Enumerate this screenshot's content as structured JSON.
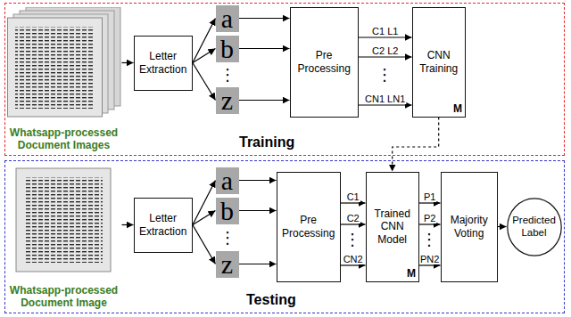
{
  "diagram": {
    "nodes": [
      {
        "text": [
          "Training"
        ]
      },
      {
        "text": [
          "Whatsapp-processed Document Images"
        ],
        "in": 0
      },
      {
        "text": [
          "Letter Extraction"
        ],
        "in": 0
      },
      {
        "text": [
          "a"
        ],
        "in": 0
      },
      {
        "text": [
          "b"
        ],
        "in": 0
      },
      {
        "text": [
          "z"
        ],
        "in": 0
      },
      {
        "text": [
          "Pre Processing"
        ],
        "in": 0
      },
      {
        "text": [
          "CNN Training",
          "M"
        ],
        "in": 0
      },
      {
        "text": [
          "Testing"
        ]
      },
      {
        "text": [
          "Whatsapp-processed Document Image"
        ],
        "in": 8
      },
      {
        "text": [
          "Letter Extraction"
        ],
        "in": 8
      },
      {
        "text": [
          "a"
        ],
        "in": 8
      },
      {
        "text": [
          "b"
        ],
        "in": 8
      },
      {
        "text": [
          "z"
        ],
        "in": 8
      },
      {
        "text": [
          "Pre Processing"
        ],
        "in": 8
      },
      {
        "text": [
          "Trained CNN Model",
          "M"
        ],
        "in": 8
      },
      {
        "text": [
          "Majority Voting"
        ],
        "in": 8
      },
      {
        "text": [
          "Predicted Label"
        ],
        "in": 8
      }
    ],
    "edges": [
      {
        "from": 1,
        "to": 2,
        "arrow": "to"
      },
      {
        "from": 2,
        "to": 3,
        "arrow": "to"
      },
      {
        "from": 2,
        "to": 4,
        "arrow": "to"
      },
      {
        "from": 2,
        "to": 5,
        "arrow": "to"
      },
      {
        "from": 3,
        "to": 6,
        "arrow": "to"
      },
      {
        "from": 4,
        "to": 6,
        "arrow": "to"
      },
      {
        "from": 5,
        "to": 6,
        "arrow": "to"
      },
      {
        "from": 6,
        "to": 7,
        "label": "C1 L1",
        "arrow": "to"
      },
      {
        "from": 6,
        "to": 7,
        "label": "C2 L2",
        "arrow": "to"
      },
      {
        "from": 6,
        "to": 7,
        "label": "CN1 LN1",
        "arrow": "to"
      },
      {
        "from": 7,
        "to": 15,
        "arrow": "to"
      },
      {
        "from": 9,
        "to": 10,
        "arrow": "to"
      },
      {
        "from": 10,
        "to": 11,
        "arrow": "to"
      },
      {
        "from": 10,
        "to": 12,
        "arrow": "to"
      },
      {
        "from": 10,
        "to": 13,
        "arrow": "to"
      },
      {
        "from": 11,
        "to": 14,
        "arrow": "to"
      },
      {
        "from": 12,
        "to": 14,
        "arrow": "to"
      },
      {
        "from": 13,
        "to": 14,
        "arrow": "to"
      },
      {
        "from": 14,
        "to": 15,
        "label": "C1",
        "arrow": "to"
      },
      {
        "from": 14,
        "to": 15,
        "label": "C2",
        "arrow": "to"
      },
      {
        "from": 14,
        "to": 15,
        "label": "CN2",
        "arrow": "to"
      },
      {
        "from": 15,
        "to": 16,
        "label": "P1",
        "arrow": "to"
      },
      {
        "from": 15,
        "to": 16,
        "label": "P2",
        "arrow": "to"
      },
      {
        "from": 15,
        "to": 16,
        "label": "PN2",
        "arrow": "to"
      },
      {
        "from": 16,
        "to": 17,
        "arrow": "to"
      }
    ],
    "labels": [
      "⋮",
      "⋮",
      "⋮",
      "⋮",
      "⋮"
    ]
  }
}
